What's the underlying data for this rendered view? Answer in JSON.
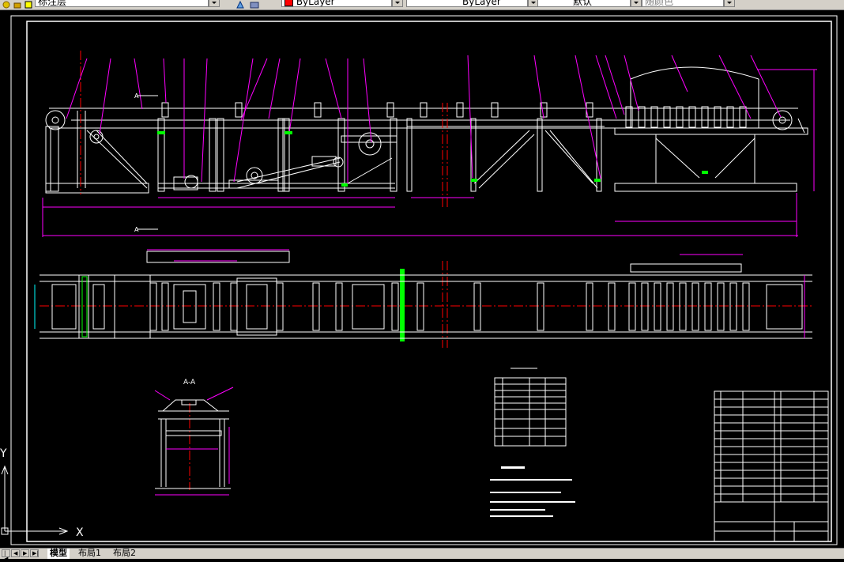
{
  "toolbar": {
    "layer_name": "标注层",
    "color_value": "ByLayer",
    "linetype_value": "ByLayer",
    "lineweight_value": "默认",
    "plotstyle_value": "随颜色",
    "colors": {
      "layer_swatch": "#ffff00",
      "color_swatch": "#ff0000"
    }
  },
  "drawing": {
    "section_label": "A-A",
    "section_marker": "A",
    "view_arrow_label": "A"
  },
  "ucs": {
    "x_label": "X",
    "y_label": "Y"
  },
  "tabs": {
    "model": "模型",
    "layout1": "布局1",
    "layout2": "布局2"
  },
  "colors": {
    "background": "#000000",
    "frame": "#ffffff",
    "leader": "#ff00ff",
    "centerline": "#ff0000",
    "dimension": "#ff00ff",
    "highlight": "#00ff00",
    "accent_cyan": "#00ffff"
  }
}
